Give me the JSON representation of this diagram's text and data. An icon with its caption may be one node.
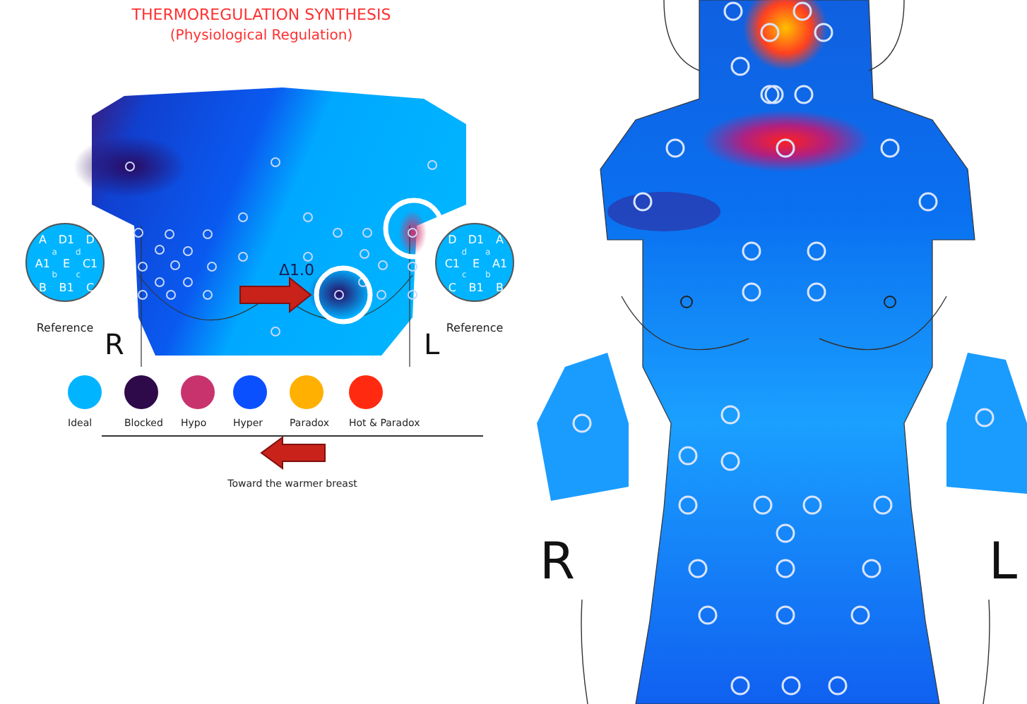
{
  "diagram": {
    "title": "THERMOREGULATION SYNTHESIS",
    "nodes": [
      {
        "text": [
          "A",
          "D1",
          "D",
          "a",
          "d",
          "A1",
          "E",
          "C1",
          "b",
          "c",
          "B",
          "B1",
          "C"
        ],
        "beside": [
          "Reference"
        ]
      },
      {
        "text": [
          "D",
          "D1",
          "A",
          "d",
          "a",
          "C1",
          "E",
          "A1",
          "c",
          "b",
          "C",
          "B1",
          "B"
        ],
        "beside": [
          "Reference"
        ]
      }
    ],
    "edges": [],
    "labels": [
      "(Physiological Regulation)",
      "Δ1.0",
      "R",
      "L",
      "R",
      "L"
    ],
    "legend": [
      {
        "text": "Ideal",
        "color": "#00b4ff"
      },
      {
        "text": "Blocked",
        "color": "#2e0a4a"
      },
      {
        "text": "Hypo",
        "color": "#c8336e"
      },
      {
        "text": "Hyper",
        "color": "#0a50ff"
      },
      {
        "text": "Paradox",
        "color": "#ffb000"
      },
      {
        "text": "Hot & Paradox",
        "color": "#ff2a10"
      },
      {
        "text": "Toward the warmer breast"
      }
    ]
  }
}
